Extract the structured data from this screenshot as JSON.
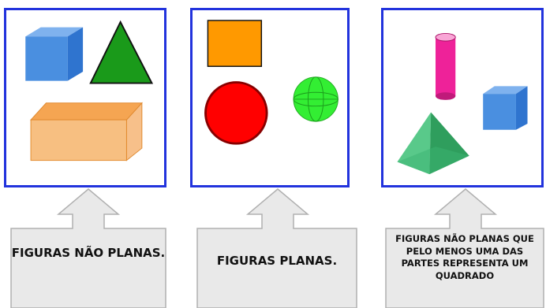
{
  "panels": [
    {
      "id": "nao-planas",
      "shapes": [
        "cube-icon",
        "triangle-icon",
        "rectangular-prism-icon"
      ],
      "colors": {
        "cube": "#4a90e2",
        "triangle": "#1a9a1a",
        "prism": "#f0952a"
      }
    },
    {
      "id": "planas",
      "shapes": [
        "square-icon",
        "circle-icon",
        "sphere-icon"
      ],
      "colors": {
        "square": "#ff9900",
        "circle": "#ff0000",
        "sphere": "#33ee33"
      }
    },
    {
      "id": "quadrado",
      "shapes": [
        "cylinder-icon",
        "cube-icon",
        "pyramid-icon"
      ],
      "colors": {
        "cylinder": "#ee2299",
        "cube": "#4a90e2",
        "pyramid": "#3cb371"
      }
    }
  ],
  "labels": {
    "left": "FIGURAS NÃO PLANAS.",
    "middle": "FIGURAS PLANAS.",
    "right": "FIGURAS NÃO PLANAS QUE PELO MENOS UMA DAS PARTES REPRESENTA UM QUADRADO"
  },
  "border_color": "#2233dd"
}
